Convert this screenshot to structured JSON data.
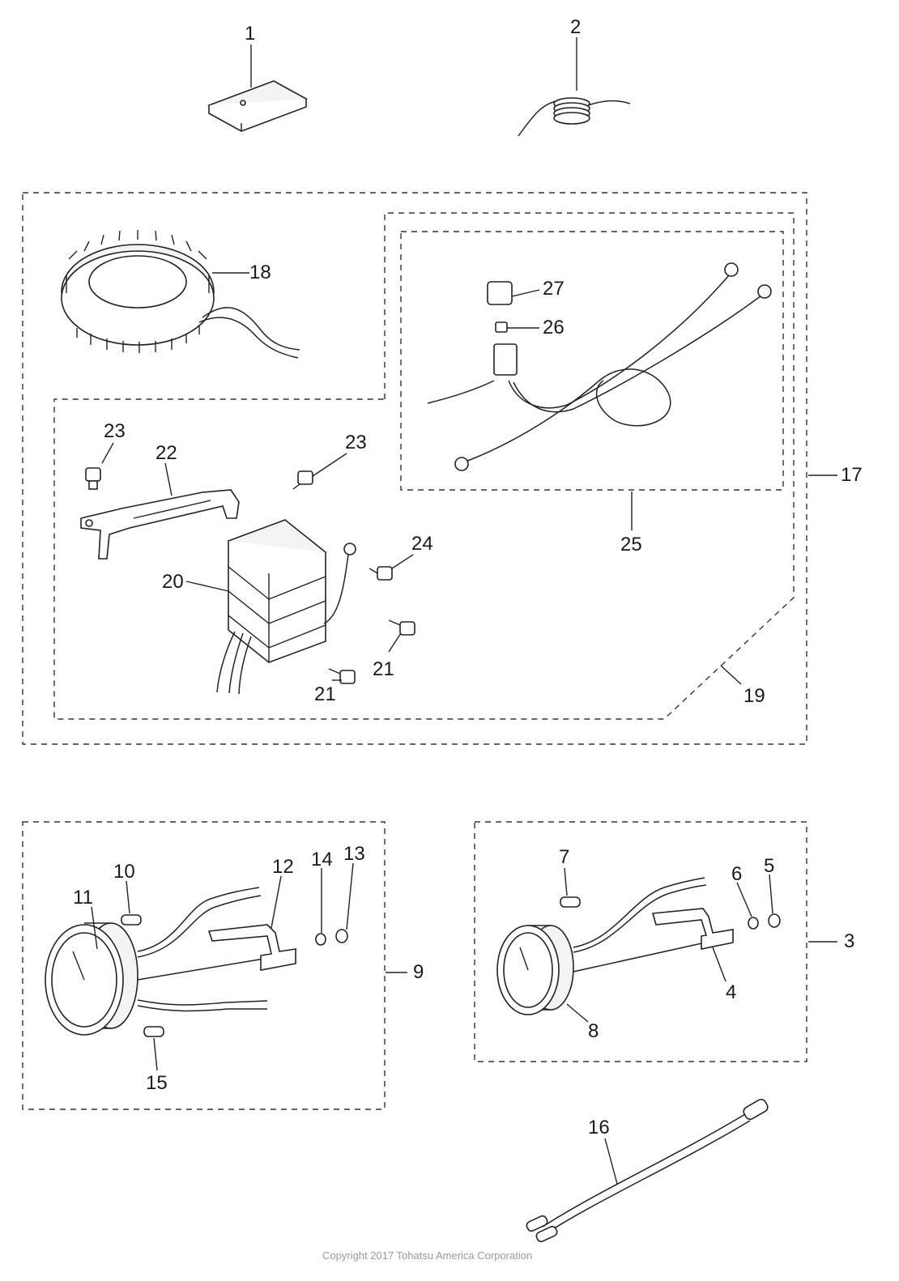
{
  "callouts": {
    "c1": "1",
    "c2": "2",
    "c3": "3",
    "c4": "4",
    "c5": "5",
    "c6": "6",
    "c7": "7",
    "c8": "8",
    "c9": "9",
    "c10": "10",
    "c11": "11",
    "c12": "12",
    "c13": "13",
    "c14": "14",
    "c15": "15",
    "c16": "16",
    "c17": "17",
    "c18": "18",
    "c19": "19",
    "c20": "20",
    "c21a": "21",
    "c21b": "21",
    "c22": "22",
    "c23a": "23",
    "c23b": "23",
    "c24": "24",
    "c25": "25",
    "c26": "26",
    "c27": "27"
  },
  "copyright": "Copyright 2017 Tohatsu America Corporation"
}
